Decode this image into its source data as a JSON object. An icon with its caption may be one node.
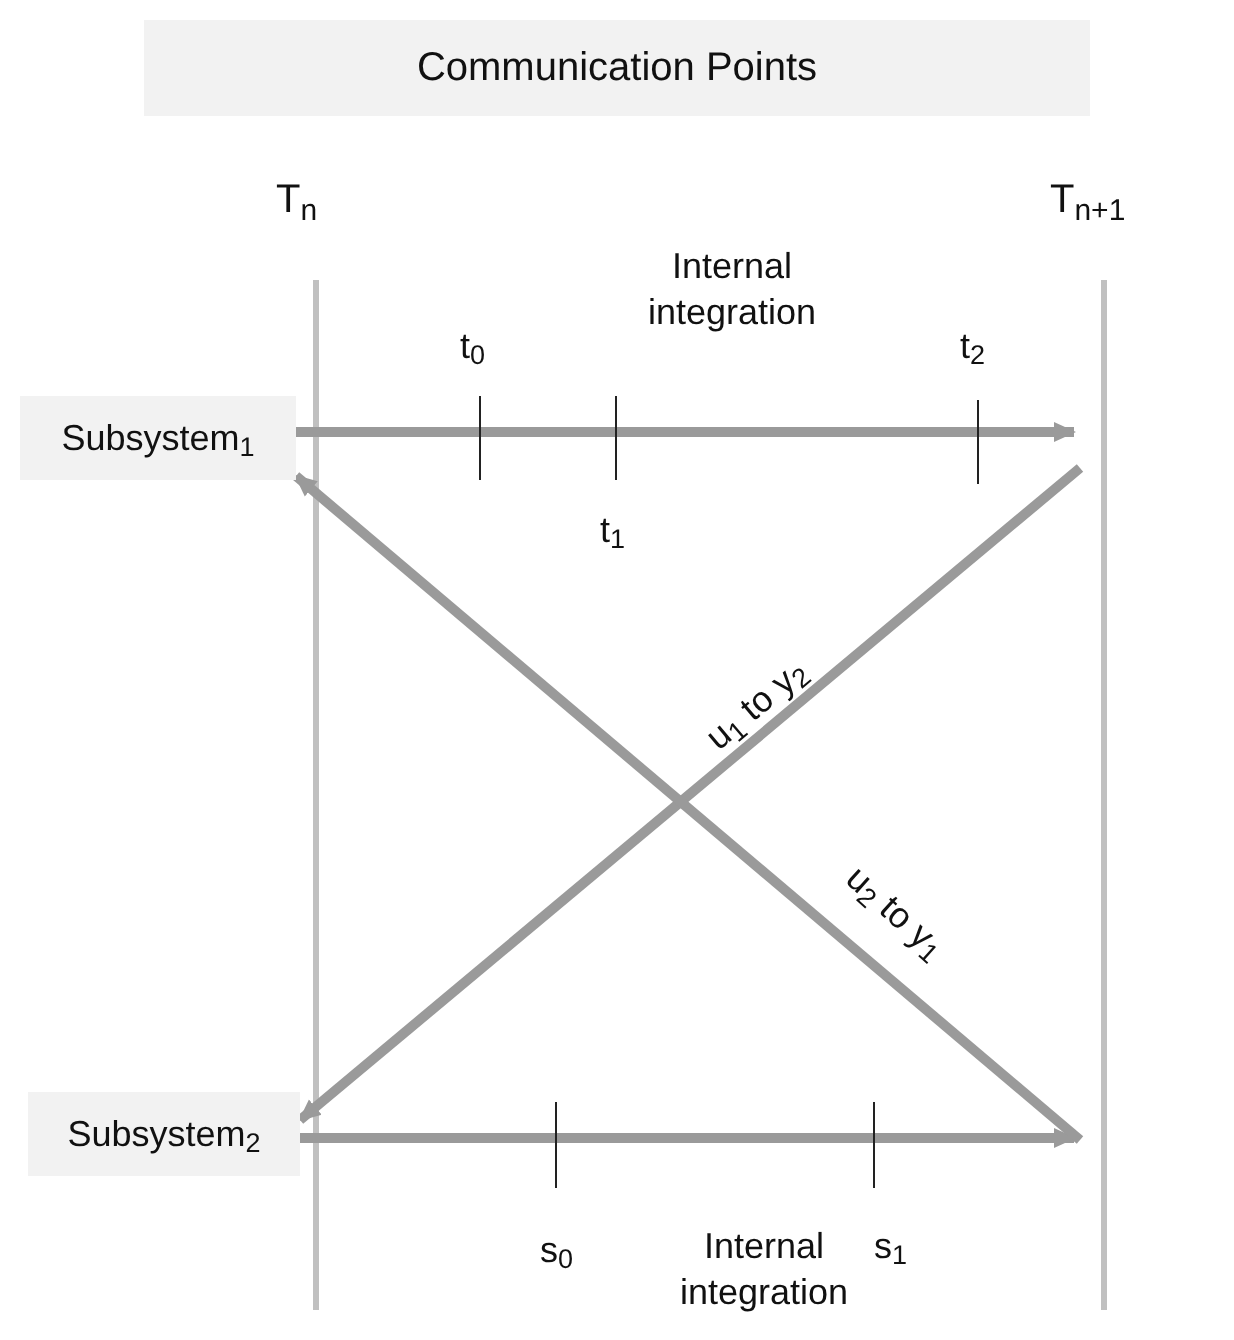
{
  "diagram": {
    "title": "Communication Points",
    "nodes": [
      {
        "text": [
          "Subsystem$_{1}$"
        ]
      },
      {
        "text": [
          "Subsystem$_{2}$"
        ]
      }
    ],
    "edges": [
      {
        "from": 0,
        "to": null,
        "arrow": "to"
      },
      {
        "from": 1,
        "to": null,
        "arrow": "to"
      },
      {
        "from": null,
        "to": 1,
        "arrow": "to",
        "label": "u$_{1}$ to y$_{2}$"
      },
      {
        "from": null,
        "to": 0,
        "arrow": "to",
        "label": "u$_{2}$ to y$_{1}$"
      }
    ],
    "labels": [
      "T$_{n}$",
      "T$_{n+1}$",
      "Internal integration",
      "t$_{0}$",
      "t$_{2}$",
      "t$_{1}$",
      "s$_{0}$",
      "Internal integration",
      "s$_{1}$"
    ]
  }
}
